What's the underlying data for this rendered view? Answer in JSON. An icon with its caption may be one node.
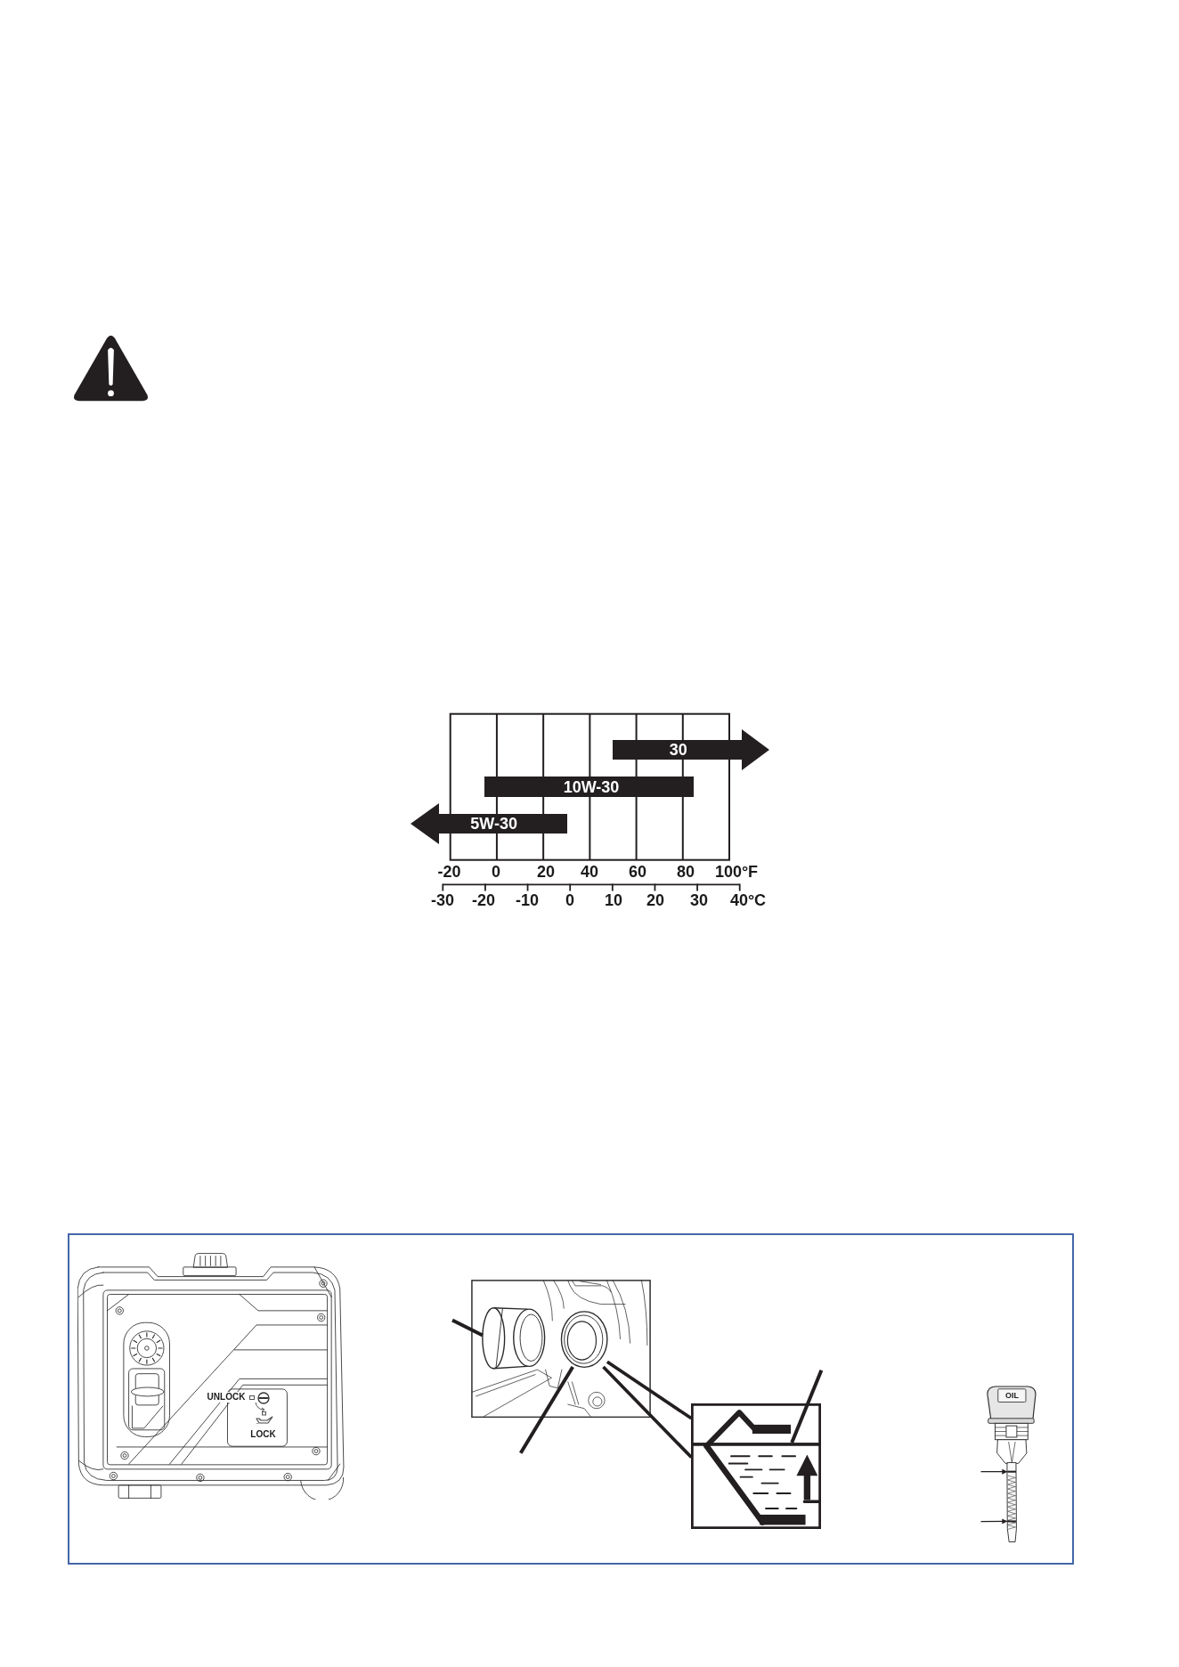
{
  "diagram": {
    "nodes": [
      {
        "text": [
          "30"
        ]
      },
      {
        "text": [
          "10W-30"
        ]
      },
      {
        "text": [
          "5W-30"
        ]
      },
      {
        "text": [],
        "shape": "picture"
      },
      {
        "text": [],
        "shape": "picture",
        "in": 3
      },
      {
        "text": [],
        "shape": "picture",
        "in": 3
      },
      {
        "text": [],
        "shape": "picture"
      },
      {
        "text": [],
        "shape": "bar",
        "in": 6
      },
      {
        "text": [],
        "shape": "picture"
      },
      {
        "text": [],
        "shape": "bar",
        "in": 8
      },
      {
        "text": [],
        "shape": "bar",
        "in": 8
      }
    ],
    "edges": [
      {
        "from": null,
        "to": 4,
        "arrow": "none"
      },
      {
        "from": null,
        "to": 5,
        "arrow": "none"
      },
      {
        "from": 5,
        "to": 6,
        "arrow": "none"
      },
      {
        "from": 5,
        "to": 6,
        "arrow": "none"
      },
      {
        "from": null,
        "to": 7,
        "arrow": "none"
      },
      {
        "from": null,
        "to": 9,
        "arrow": "to"
      },
      {
        "from": null,
        "to": 10,
        "arrow": "to"
      }
    ],
    "labels": [
      "-20",
      "0",
      "20",
      "40",
      "60",
      "80",
      "100°F",
      "-30",
      "-20",
      "-10",
      "0",
      "10",
      "20",
      "30",
      "40°C",
      "UNLOCK",
      "LOCK",
      "OIL"
    ]
  }
}
